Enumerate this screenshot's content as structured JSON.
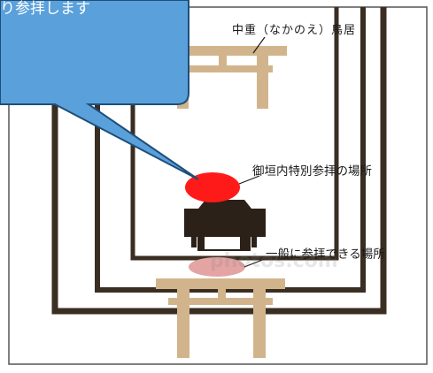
{
  "callout": {
    "text": "り参拝します"
  },
  "labels": {
    "nakanoe_torii": "中重（なかのえ）鳥居",
    "gokakiuchi": "御垣内特別参拝の場所",
    "ippan": "一般に参拝できる場所"
  },
  "watermark": "photos.com",
  "colors": {
    "callout_fill": "#5aa0db",
    "callout_border": "#1e4f7a",
    "torii": "#d2b48c",
    "fence": "#3a2e22",
    "red_spot": "#ff1a1a",
    "pink_spot": "#e4a4a4",
    "roof": "#2b2119",
    "frame": "#555555"
  },
  "icons": [
    "outer-torii-icon",
    "nakanoe-torii-icon",
    "shrine-roof-icon"
  ]
}
